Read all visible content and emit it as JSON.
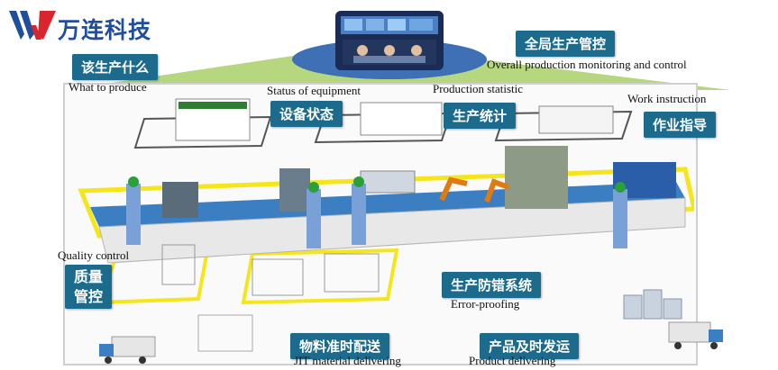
{
  "logo": {
    "brand": "万连科技"
  },
  "labels": {
    "overall_cn": "全局生产管控",
    "overall_en": "Overall production monitoring and control",
    "what_cn": "该生产什么",
    "what_en": "What to produce",
    "status_en": "Status of equipment",
    "status_cn": "设备状态",
    "stat_en": "Production statistic",
    "stat_cn": "生产统计",
    "work_en": "Work instruction",
    "work_cn": "作业指导",
    "quality_en": "Quality control",
    "quality_cn_1": "质量",
    "quality_cn_2": "管控",
    "error_cn": "生产防错系统",
    "error_en": "Error-proofing",
    "jit_cn": "物料准时配送",
    "jit_en": "JIT material delivering",
    "product_cn": "产品及时发运",
    "product_en": "Product delivering"
  },
  "colors": {
    "tag_bg": "#1c6b8d",
    "brand_blue": "#1f4e9c",
    "brand_red": "#d9262e",
    "yellow_zone": "#f5e51a",
    "floor_green": "#9cc04a"
  }
}
